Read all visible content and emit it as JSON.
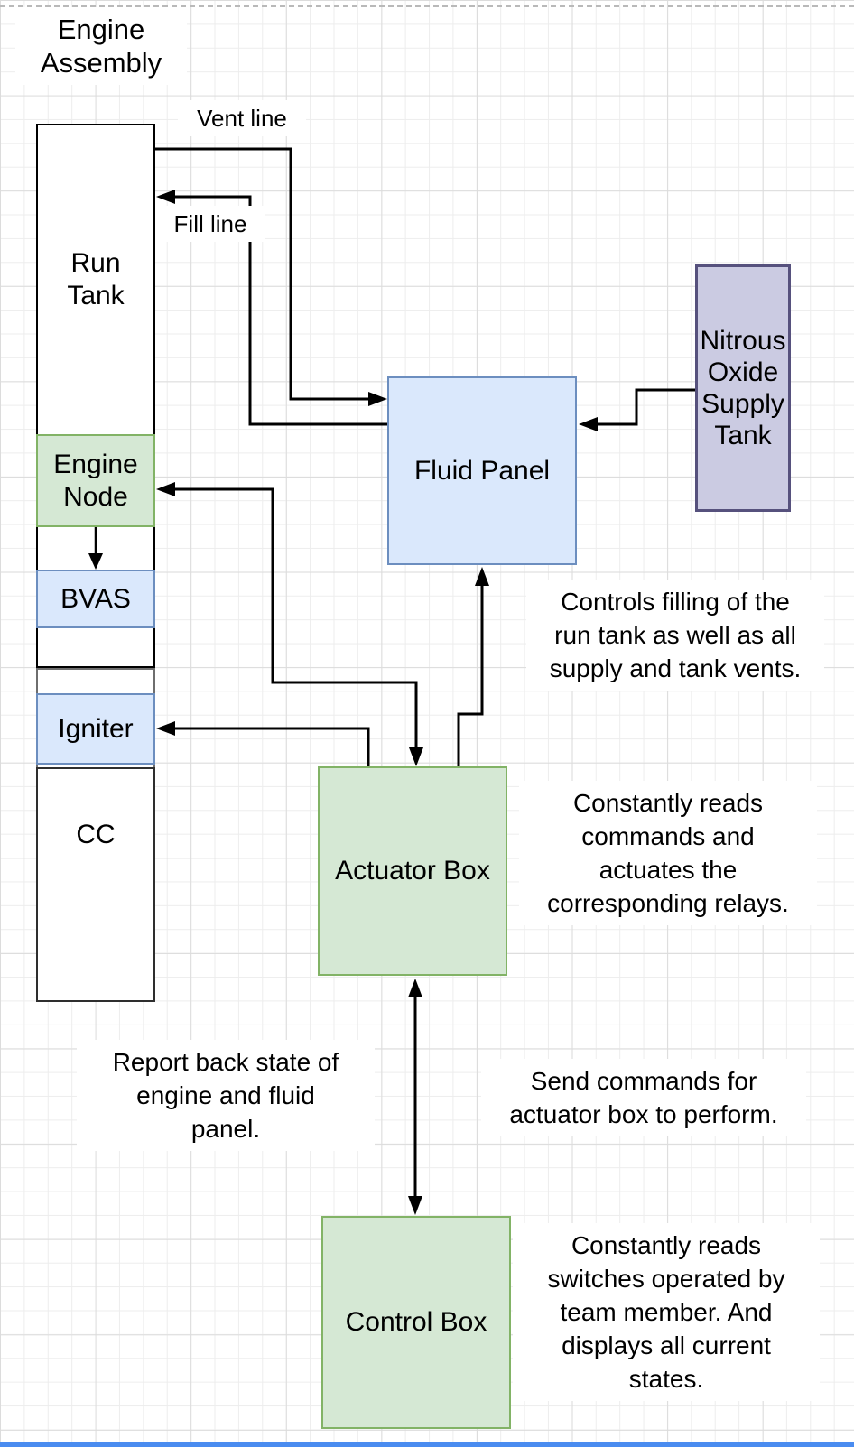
{
  "title": {
    "lines": [
      "Engine",
      "Assembly"
    ]
  },
  "nodes": {
    "run_tank": {
      "lines": [
        "Run",
        "Tank"
      ]
    },
    "engine_node": {
      "lines": [
        "Engine",
        "Node"
      ]
    },
    "bvas": {
      "label": "BVAS"
    },
    "igniter": {
      "label": "Igniter"
    },
    "cc": {
      "label": "CC"
    },
    "fluid_panel": {
      "label": "Fluid Panel"
    },
    "supply_tank": {
      "lines": [
        "Nitrous",
        "Oxide",
        "Supply",
        "Tank"
      ]
    },
    "actuator_box": {
      "label": "Actuator Box"
    },
    "control_box": {
      "label": "Control Box"
    }
  },
  "edge_labels": {
    "vent": "Vent line",
    "fill": "Fill line"
  },
  "annotations": {
    "controls_filling": {
      "lines": [
        "Controls filling of the",
        "run tank as well as all",
        "supply and tank vents."
      ]
    },
    "actuator_desc": {
      "lines": [
        "Constantly reads",
        "commands and",
        "actuates the",
        "corresponding relays."
      ]
    },
    "report_back": {
      "lines": [
        "Report back state of",
        "engine and fluid",
        "panel."
      ]
    },
    "send_commands": {
      "lines": [
        "Send commands for",
        "actuator box to perform."
      ]
    },
    "control_desc": {
      "lines": [
        "Constantly reads",
        "switches operated by",
        "team member. And",
        "displays all current",
        "states."
      ]
    }
  },
  "colors": {
    "green_fill": "#d5e8d4",
    "green_stroke": "#82b366",
    "blue_fill": "#dae8fc",
    "blue_stroke": "#6c8ebf",
    "purple_fill": "#cbcbe2",
    "purple_stroke": "#56517d",
    "line": "#000000",
    "scroll_strip": "#4a8cf0"
  }
}
